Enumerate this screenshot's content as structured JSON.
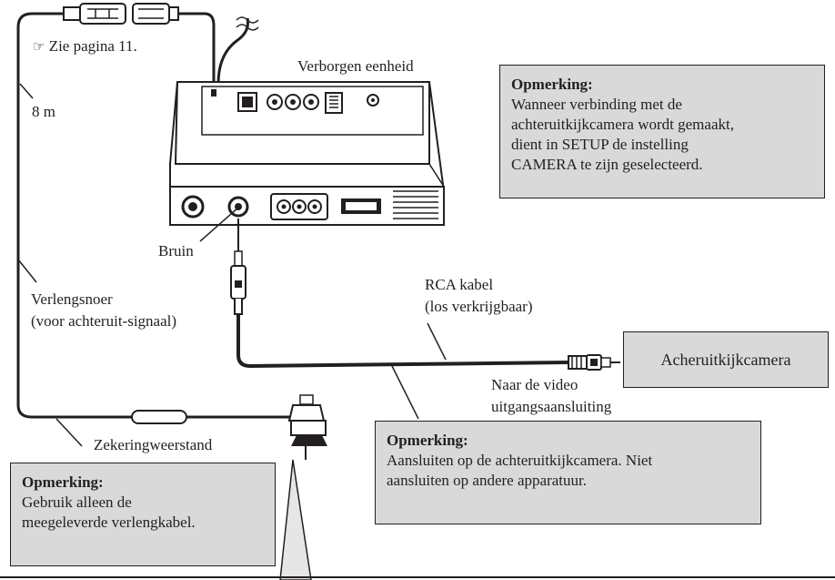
{
  "labels": {
    "page_ref": "Zie pagina 11.",
    "length": "8 m",
    "hidden_unit": "Verborgen eenheid",
    "brown": "Bruin",
    "extension_line1": "Verlengsnoer",
    "extension_line2": "(voor achteruit-signaal)",
    "rca_line1": "RCA kabel",
    "rca_line2": "(los verkrijgbaar)",
    "video_line1": "Naar de video",
    "video_line2": "uitgangsaansluiting",
    "fuse": "Zekeringweerstand",
    "camera": "Acheruitkijkcamera"
  },
  "notes": {
    "top_right": {
      "title": "Opmerking:",
      "body": "Wanneer verbinding met de\nachteruitkijkcamera wordt gemaakt,\ndient in SETUP de instelling\nCAMERA te zijn geselecteerd."
    },
    "middle": {
      "title": "Opmerking:",
      "body": "Aansluiten op de achteruitkijkcamera. Niet\naansluiten op andere apparatuur."
    },
    "bottom_left": {
      "title": "Opmerking:",
      "body": "Gebruik alleen de\nmeegeleverde verlengkabel."
    }
  },
  "icons": {
    "reference": "pointing-hand-icon"
  }
}
